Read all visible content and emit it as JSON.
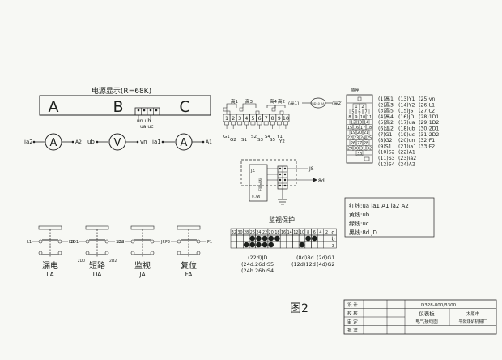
{
  "power": {
    "title": "电源显示(R=68K)",
    "phases": [
      "A",
      "B",
      "C"
    ],
    "term_top": "un ub",
    "term_bot": "ua uc"
  },
  "meters": [
    {
      "left": "ia2",
      "symbol": "A",
      "right": "A2"
    },
    {
      "left": "ub",
      "symbol": "V",
      "right": "vn"
    },
    {
      "left": "ia1",
      "symbol": "A",
      "right": "A1"
    }
  ],
  "strip": {
    "top_labels": [
      "高1",
      "高3",
      "高4",
      "高2"
    ],
    "numbers": [
      "1",
      "2",
      "3",
      "4",
      "5",
      "6",
      "7",
      "8",
      "9",
      "10"
    ],
    "bot_labels": [
      "G1",
      "G2",
      "S1",
      "S2",
      "S3",
      "S4",
      "S5",
      "Y1",
      "Y2"
    ],
    "hi_label": "(高1)",
    "hi2_label": "(高2)",
    "bulb_text": "RD10 2A"
  },
  "relay": {
    "cap_label": "插座",
    "grid": [
      [
        "1",
        "2"
      ],
      [
        "5",
        "6",
        "7"
      ],
      [
        "8",
        "9",
        "10",
        "11"
      ],
      [
        "12",
        "13",
        "14"
      ],
      [
        "15",
        "16",
        "17",
        "18"
      ],
      [
        "19",
        "20",
        "21"
      ],
      [
        "22",
        "23",
        "24",
        "25"
      ],
      [
        "26",
        "27",
        "28"
      ],
      [
        "29",
        "30",
        "31",
        "32"
      ],
      [
        "33"
      ]
    ],
    "col1": [
      "(1)高1",
      "(2)高3",
      "(3)高5",
      "(4)高4",
      "(5)高2",
      "(6)温2",
      "(7)G1",
      "(8)G2",
      "(9)S1",
      "(10)S2",
      "(11)S3",
      "(12)S4"
    ],
    "col2": [
      "(13)Y1",
      "(14)Y2",
      "(15)JS",
      "(16)JD",
      "(17)ua",
      "(18)ub",
      "(19)uc",
      "(20)un",
      "(21)ia1",
      "(22)A1",
      "(23)ia2",
      "(24)A2"
    ],
    "col3": [
      "(25)vn",
      "(26)L1",
      "(27)L2",
      "(28)1D1",
      "(29)1D2",
      "(30)2D1",
      "(31)2D2",
      "(32)F1",
      "(33)F2"
    ]
  },
  "jsblock": {
    "js": "JS",
    "d8": "8d",
    "side": "保护电压",
    "val": "0.7W",
    "label": "JZ"
  },
  "legend": [
    "红线:ua ia1 A1 ia2 A2",
    "黄线:ub",
    "绿线:uc",
    "黑线:8d JD"
  ],
  "switches": [
    {
      "name": "漏电",
      "code": "LA",
      "t_left": "L1",
      "t_right": "L2"
    },
    {
      "name": "短路",
      "code": "DA",
      "t_left": "1D1",
      "t_right": "1D2",
      "b_left": "2D0",
      "b_right": "2D2"
    },
    {
      "name": "监视",
      "code": "JA",
      "t_left": "12d",
      "t_right": "JS"
    },
    {
      "name": "复位",
      "code": "FA",
      "t_left": "F2",
      "t_right": "F1"
    }
  ],
  "monitor": {
    "title": "监视保护",
    "numbers": [
      "32",
      "30",
      "28",
      "26",
      "24",
      "22",
      "20",
      "18",
      "16",
      "14",
      "12",
      "10",
      "8",
      "6",
      "4",
      "2"
    ],
    "filled_idx": [
      3,
      4,
      5,
      6,
      7,
      12,
      13
    ],
    "filled_idx2": [
      2,
      3,
      4,
      5,
      6,
      11
    ],
    "side": [
      "d",
      "b",
      "z"
    ],
    "c1": [
      "(22d)JD",
      "(24d.26d)S5",
      "(24b.26b)S4"
    ],
    "c2": [
      "(8d)8d",
      "(12d)12d"
    ],
    "c3": [
      "(2d)G1",
      "(4d)G2"
    ]
  },
  "figure_label": "图2",
  "titleblock": {
    "rows": [
      "设 计",
      "校 核",
      "审 定",
      "批 准"
    ],
    "doc_no": "D328-800/3300",
    "name1": "仪表板",
    "name2": "电气接线图",
    "org1": "太原市",
    "org2": "平阳煤矿机械厂"
  }
}
